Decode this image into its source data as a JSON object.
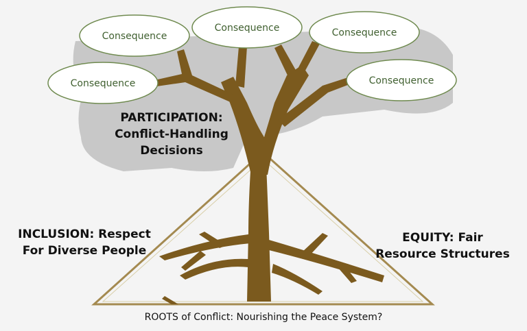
{
  "consequences": [
    "Consequence",
    "Consequence",
    "Consequence",
    "Consequence",
    "Consequence"
  ],
  "participation": {
    "line1": "PARTICIPATION:",
    "line2": "Conflict-Handling",
    "line3": "Decisions"
  },
  "inclusion": {
    "line1": "INCLUSION: Respect",
    "line2": "For Diverse People"
  },
  "equity": {
    "line1": "EQUITY: Fair",
    "line2": "Resource Structures"
  },
  "roots_caption": "ROOTS of Conflict: Nourishing the Peace System?",
  "colors": {
    "trunk": "#7b5a1e",
    "canopy": "#c8c8c8",
    "ellipse_text": "#3f5f2f",
    "ellipse_border": "#6f8a4f",
    "triangle": "#a48a50"
  }
}
